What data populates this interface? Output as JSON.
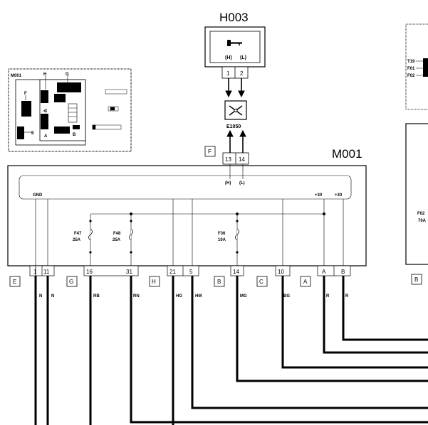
{
  "h003": {
    "title": "H003",
    "pin_h_label": "(H)",
    "pin_l_label": "(L)",
    "pin1": "1",
    "pin2": "2",
    "key_icon": "key-icon"
  },
  "e1050": {
    "label": "E1050",
    "icon": "filter-cross-icon"
  },
  "m001": {
    "title": "M001",
    "connector_f": "F",
    "pin13": "13",
    "pin14": "14",
    "pin_h": "(H)",
    "pin_l": "(L)",
    "gnd": "GND",
    "plus30_a": "+30",
    "plus30_b": "+30",
    "fuses": [
      {
        "name": "F47",
        "rating": "25A"
      },
      {
        "name": "F48",
        "rating": "25A"
      },
      {
        "name": "F36",
        "rating": "10A"
      }
    ]
  },
  "connectors": {
    "E": "E",
    "G": "G",
    "H": "H",
    "B": "B",
    "C": "C",
    "A": "A",
    "B_right": "B"
  },
  "pins": [
    "1",
    "11",
    "16",
    "31",
    "21",
    "5",
    "14",
    "10",
    "A",
    "B"
  ],
  "wires": [
    "N",
    "N",
    "RB",
    "RN",
    "HG",
    "HM",
    "MG",
    "BG",
    "R",
    "R"
  ],
  "locator": {
    "title": "M001",
    "letters": {
      "H": "H",
      "G": "G",
      "F": "F",
      "C": "C",
      "E": "E",
      "A": "A",
      "B": "B"
    }
  },
  "right_module": {
    "pins_text": [
      "T19",
      "F01",
      "F02"
    ],
    "fuse_name": "F02",
    "fuse_rating": "70A"
  }
}
